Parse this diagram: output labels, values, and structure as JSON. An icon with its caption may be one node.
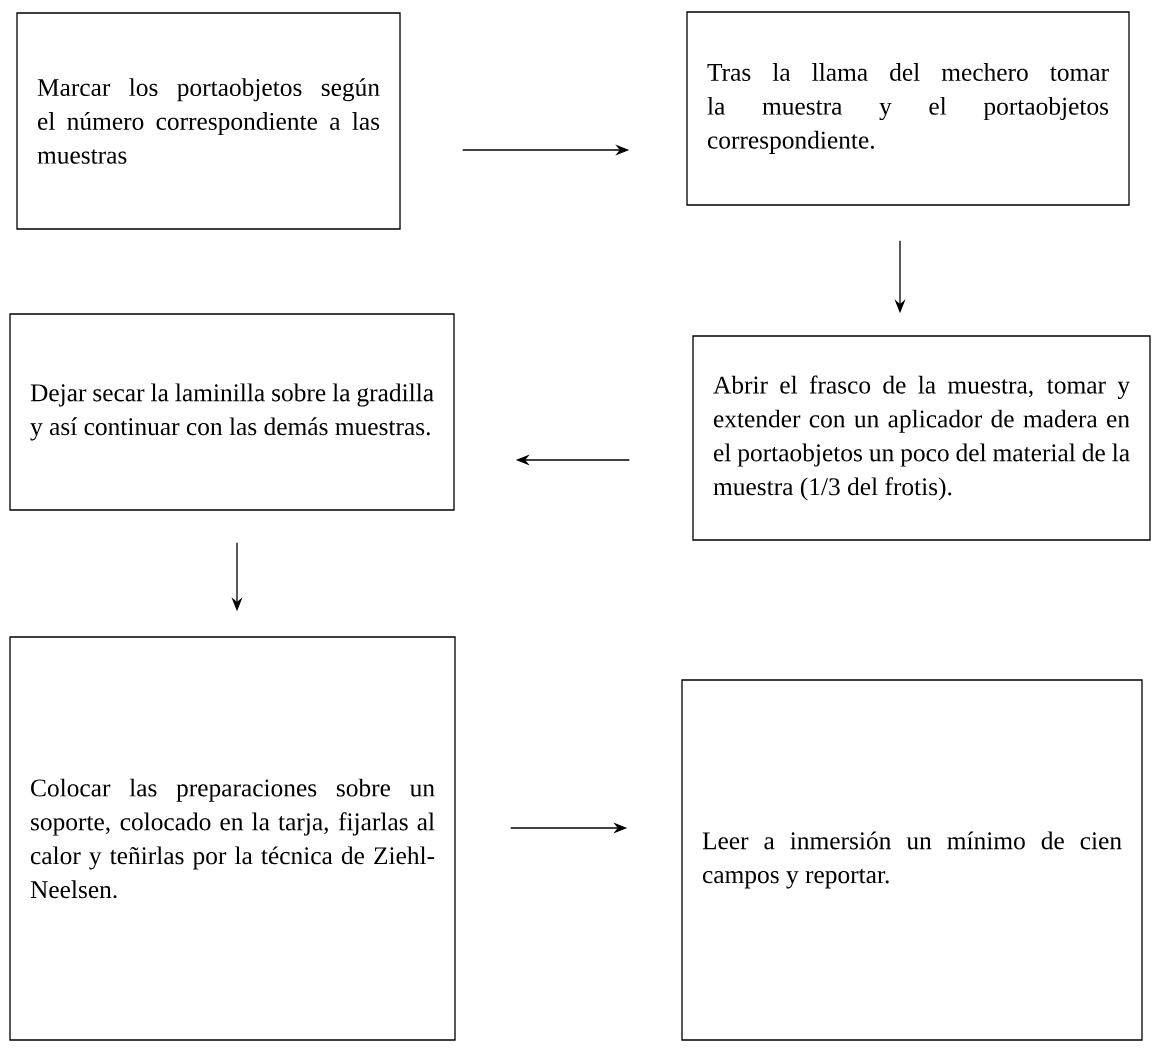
{
  "diagram": {
    "nodes": [
      {
        "text": [
          "Marcar los portaobjetos según el número correspondiente a las muestras"
        ]
      },
      {
        "text": [
          "Tras la llama del mechero tomar la muestra y el portaobjetos correspondiente."
        ]
      },
      {
        "text": [
          "Abrir el frasco de la muestra, tomar y extender con un aplicador de madera en el portaobjetos un poco del material de la muestra (1/3 del frotis)."
        ]
      },
      {
        "text": [
          "Dejar secar la laminilla sobre la gradilla y así continuar con las demás muestras."
        ]
      },
      {
        "text": [
          "Colocar las preparaciones sobre un soporte, colocado en la tarja, fijarlas al calor y teñirlas por la técnica de Ziehl-Neelsen."
        ]
      },
      {
        "text": [
          "Leer a inmersión un mínimo de cien campos y reportar."
        ]
      }
    ],
    "edges": [
      {
        "from": 0,
        "to": 1,
        "arrow": "to"
      },
      {
        "from": 1,
        "to": 2,
        "arrow": "to"
      },
      {
        "from": 2,
        "to": 3,
        "arrow": "to"
      },
      {
        "from": 3,
        "to": 4,
        "arrow": "to"
      },
      {
        "from": 4,
        "to": 5,
        "arrow": "to"
      }
    ]
  }
}
